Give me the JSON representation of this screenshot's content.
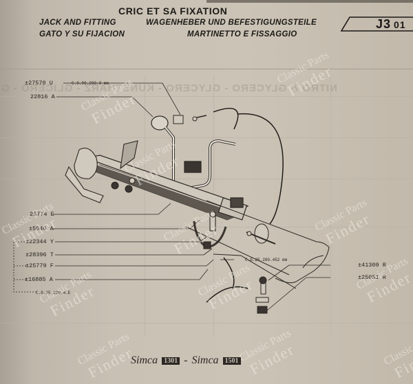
{
  "header": {
    "title_fr": "CRIC ET SA FIXATION",
    "title_en": "JACK AND FITTING",
    "title_es": "GATO Y SU FIJACION",
    "title_de": "WAGENHEBER UND BEFESTIGUNGSTEILE",
    "title_it": "MARTINETTO E FISSAGGIO",
    "ref_code": "J3",
    "ref_page": "01"
  },
  "ghost_text": "NITRO & GLYCERO - GLYCERO - KUNSTHARZ - GLICERO - GLICERO",
  "parts_left": [
    {
      "ref": "±27570 U",
      "note": "C.0.09.290.8 mm"
    },
    {
      "ref": "22816 A"
    },
    {
      "ref": "25774 E"
    },
    {
      "ref": "±5940 A"
    },
    {
      "ref": "±22344 Y"
    },
    {
      "ref": "±28396 T"
    },
    {
      "ref": "±25779 F"
    },
    {
      "ref": "±16885 A"
    },
    {
      "note": "C.0.25.290.4.E"
    }
  ],
  "parts_center": [
    {
      "note": "C.G.25.280.452 mm"
    }
  ],
  "parts_right": [
    {
      "ref": "±41309 R"
    },
    {
      "ref": "±25051 R"
    }
  ],
  "watermark": {
    "line1": "Classic Parts",
    "line2": "Finder"
  },
  "footer": {
    "model1_script": "Simca",
    "model1_num": "1301",
    "separator": "-",
    "model2_script": "Simca",
    "model2_num": "1501"
  }
}
